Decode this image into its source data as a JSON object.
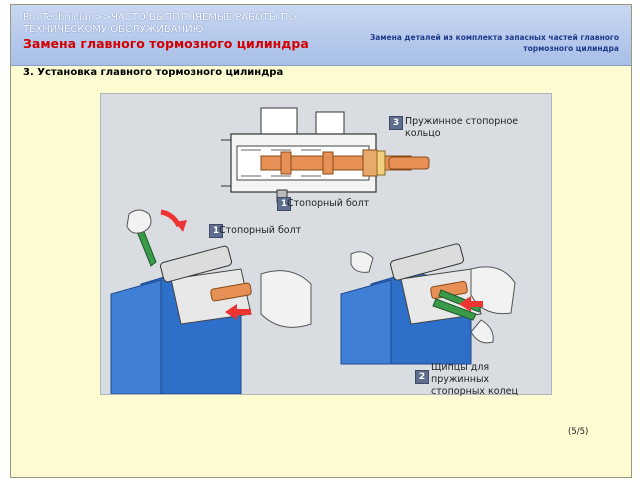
{
  "header": {
    "breadcrumb": "Pro Technician>>ЧАСТО ВЫПОЛНЯЕМЫЕ РАБОТЫ ПО ТЕХНИЧЕСКОМУ ОБСЛУЖИВАНИЮ",
    "title": "Замена главного тормозного цилиндра",
    "subtitle": "Замена деталей из комплекта запасных частей главного тормозного цилиндра"
  },
  "step": "3. Установка главного тормозного цилиндра",
  "callouts": [
    {
      "badge": "3",
      "text": "Пружинное стопорное кольцо"
    },
    {
      "badge": "1",
      "text": "Стопорный болт"
    },
    {
      "badge": "1",
      "text": "Стопорный болт"
    },
    {
      "badge": "2",
      "text": "Щипцы для пружинных стопорных колец"
    }
  ],
  "pager": "(5/5)"
}
